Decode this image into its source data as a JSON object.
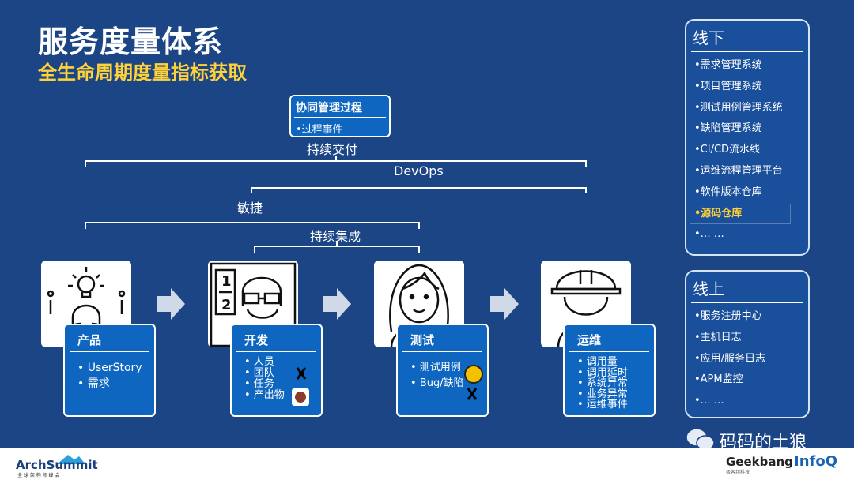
{
  "title": "服务度量体系",
  "subtitle": "全生命周期度量指标获取",
  "collab": {
    "title": "协同管理过程",
    "item": "•过程事件"
  },
  "brackets": {
    "cd": "持续交付",
    "devops": "DevOps",
    "agile": "敏捷",
    "ci": "持续集成"
  },
  "stages": [
    {
      "name": "产品",
      "items": [
        "• UserStory",
        "• 需求"
      ]
    },
    {
      "name": "开发",
      "items": [
        "• 人员",
        "• 团队",
        "• 任务",
        "• 产出物"
      ]
    },
    {
      "name": "测试",
      "items": [
        "• 测试用例",
        "• Bug/缺陷"
      ]
    },
    {
      "name": "运维",
      "items": [
        "• 调用量",
        "• 调用延时",
        "• 系统异常",
        "• 业务异常",
        "• 运维事件"
      ]
    }
  ],
  "offline": {
    "title": "线下",
    "items": [
      "•需求管理系统",
      "•项目管理系统",
      "•测试用例管理系统",
      "•缺陷管理系统",
      "•CI/CD流水线",
      "•运维流程管理平台",
      "•软件版本仓库",
      "•源码仓库",
      "•… …"
    ]
  },
  "online": {
    "title": "线上",
    "items": [
      "•服务注册中心",
      "•主机日志",
      "•应用/服务日志",
      "•APM监控",
      "•… …"
    ]
  },
  "watermark": "码码的土狼",
  "footer": {
    "left_logo": "ArchSummit",
    "left_sub": "全 球 架 构 师 峰 会",
    "geek": "Geekbang",
    "geek_sub": "极客邦科技",
    "infoq": "InfoQ"
  },
  "colors": {
    "background": "#1c4586",
    "accent": "#ffd23a",
    "card": "#0e66c0"
  }
}
